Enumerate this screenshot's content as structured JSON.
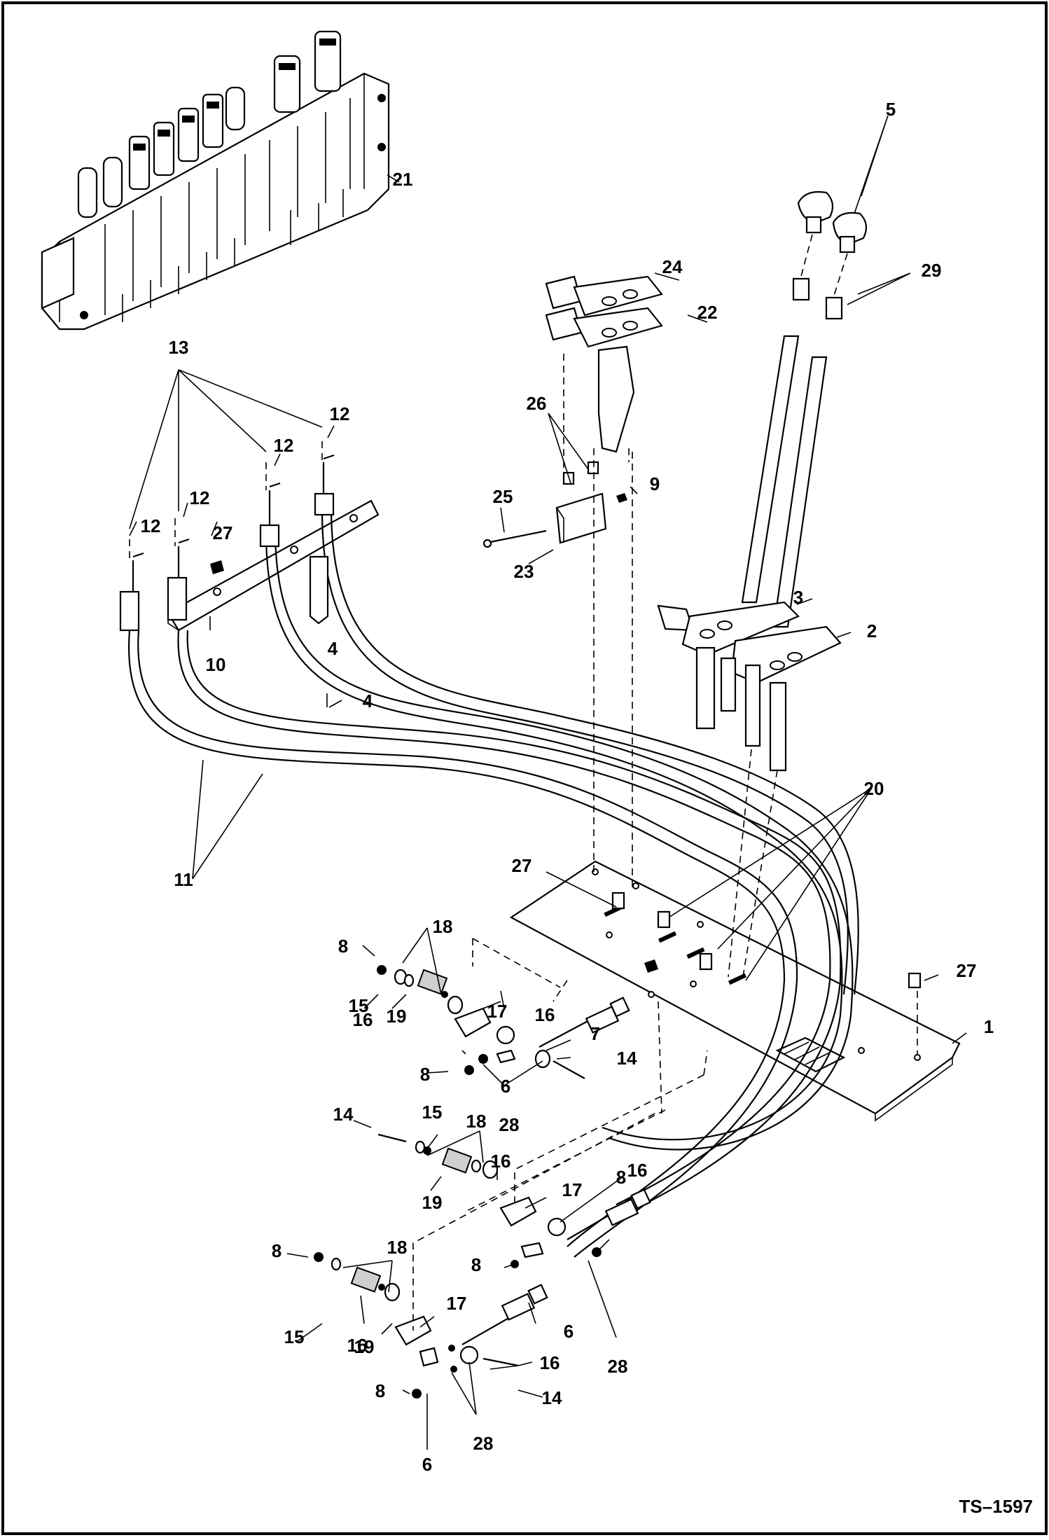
{
  "drawing_id": "TS–1597",
  "callouts": [
    {
      "id": "c1",
      "text": "1"
    },
    {
      "id": "c2",
      "text": "2"
    },
    {
      "id": "c3",
      "text": "3"
    },
    {
      "id": "c4a",
      "text": "4"
    },
    {
      "id": "c4b",
      "text": "4"
    },
    {
      "id": "c5",
      "text": "5"
    },
    {
      "id": "c6a",
      "text": "6"
    },
    {
      "id": "c6b",
      "text": "6"
    },
    {
      "id": "c6c",
      "text": "6"
    },
    {
      "id": "c7",
      "text": "7"
    },
    {
      "id": "c8a",
      "text": "8"
    },
    {
      "id": "c8b",
      "text": "8"
    },
    {
      "id": "c8c",
      "text": "8"
    },
    {
      "id": "c8d",
      "text": "8"
    },
    {
      "id": "c8e",
      "text": "8"
    },
    {
      "id": "c8f",
      "text": "8"
    },
    {
      "id": "c9",
      "text": "9"
    },
    {
      "id": "c10",
      "text": "10"
    },
    {
      "id": "c11",
      "text": "11"
    },
    {
      "id": "c12a",
      "text": "12"
    },
    {
      "id": "c12b",
      "text": "12"
    },
    {
      "id": "c12c",
      "text": "12"
    },
    {
      "id": "c12d",
      "text": "12"
    },
    {
      "id": "c13",
      "text": "13"
    },
    {
      "id": "c14a",
      "text": "14"
    },
    {
      "id": "c14b",
      "text": "14"
    },
    {
      "id": "c14c",
      "text": "14"
    },
    {
      "id": "c15a",
      "text": "15"
    },
    {
      "id": "c15b",
      "text": "15"
    },
    {
      "id": "c15c",
      "text": "15"
    },
    {
      "id": "c16a",
      "text": "16"
    },
    {
      "id": "c16b",
      "text": "16"
    },
    {
      "id": "c16c",
      "text": "16"
    },
    {
      "id": "c16d",
      "text": "16"
    },
    {
      "id": "c16e",
      "text": "16"
    },
    {
      "id": "c16f",
      "text": "16"
    },
    {
      "id": "c17a",
      "text": "17"
    },
    {
      "id": "c17b",
      "text": "17"
    },
    {
      "id": "c17c",
      "text": "17"
    },
    {
      "id": "c18a",
      "text": "18"
    },
    {
      "id": "c18b",
      "text": "18"
    },
    {
      "id": "c18c",
      "text": "18"
    },
    {
      "id": "c19a",
      "text": "19"
    },
    {
      "id": "c19b",
      "text": "19"
    },
    {
      "id": "c19c",
      "text": "19"
    },
    {
      "id": "c20",
      "text": "20"
    },
    {
      "id": "c21",
      "text": "21"
    },
    {
      "id": "c22",
      "text": "22"
    },
    {
      "id": "c23",
      "text": "23"
    },
    {
      "id": "c24",
      "text": "24"
    },
    {
      "id": "c25",
      "text": "25"
    },
    {
      "id": "c26",
      "text": "26"
    },
    {
      "id": "c27a",
      "text": "27"
    },
    {
      "id": "c27b",
      "text": "27"
    },
    {
      "id": "c27c",
      "text": "27"
    },
    {
      "id": "c28a",
      "text": "28"
    },
    {
      "id": "c28b",
      "text": "28"
    },
    {
      "id": "c28c",
      "text": "28"
    },
    {
      "id": "c29",
      "text": "29"
    }
  ]
}
